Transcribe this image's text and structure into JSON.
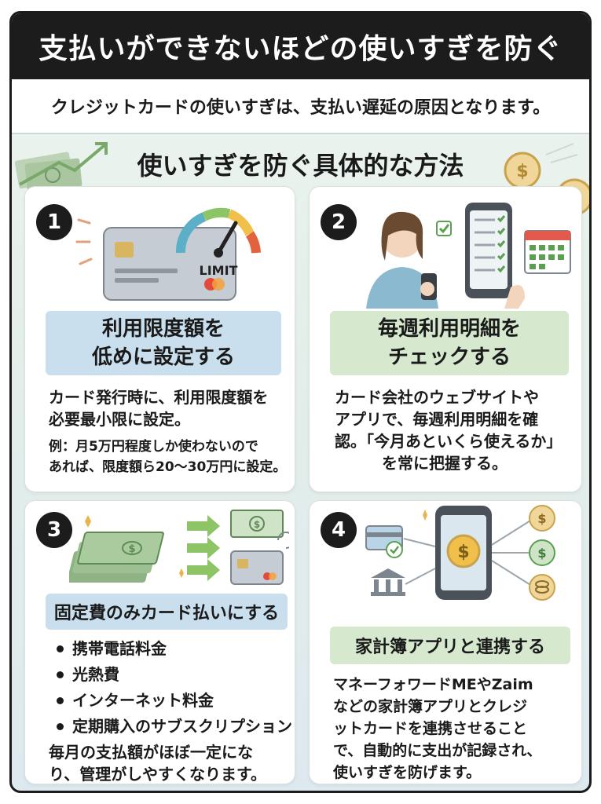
{
  "title": "支払いができないほどの使いすぎを防ぐ",
  "subtitle": "クレジットカードの使いすぎは、支払い遅延の原因となります。",
  "section_heading": "使いすぎを防ぐ具体的な方法",
  "colors": {
    "dark": "#1c1c1c",
    "label_blue": "#c9dfee",
    "label_green": "#d6e9cf",
    "money_green": "#7aa86a"
  },
  "cards": [
    {
      "number": "1",
      "illustration_text": "LIMIT",
      "label_line1": "利用限度額を",
      "label_line2": "低めに設定する",
      "text_lines": [
        "カード発行時に、利用限度額を",
        "必要最小限に設定。"
      ],
      "example_lines": [
        "例：月5万円程度しか使わないので",
        "あれば、限度額ら20～30万円に設定。"
      ]
    },
    {
      "number": "2",
      "label_line1": "毎週利用明細を",
      "label_line2": "チェックする",
      "text_lines": [
        "カード会社のウェブサイトや",
        "アプリで、毎週利用明細を確",
        "認。「今月あといくら使えるか」",
        "を常に把握する。"
      ]
    },
    {
      "number": "3",
      "label": "固定費のみカード払いにする",
      "bullets": [
        "携帯電話料金",
        "光熱費",
        "インターネット料金",
        "定期購入のサブスクリプション"
      ],
      "text_lines": [
        "毎月の支払額がほぼ一定にな",
        "り、管理がしやすくなります。"
      ]
    },
    {
      "number": "4",
      "label": "家計簿アプリと連携する",
      "text_lines": [
        "マネーフォワードMEやZaim",
        "などの家計簿アプリとクレジ",
        "ットカードを連携させること",
        "で、自動的に支出が記録され、",
        "使いすぎを防げます。"
      ]
    }
  ]
}
